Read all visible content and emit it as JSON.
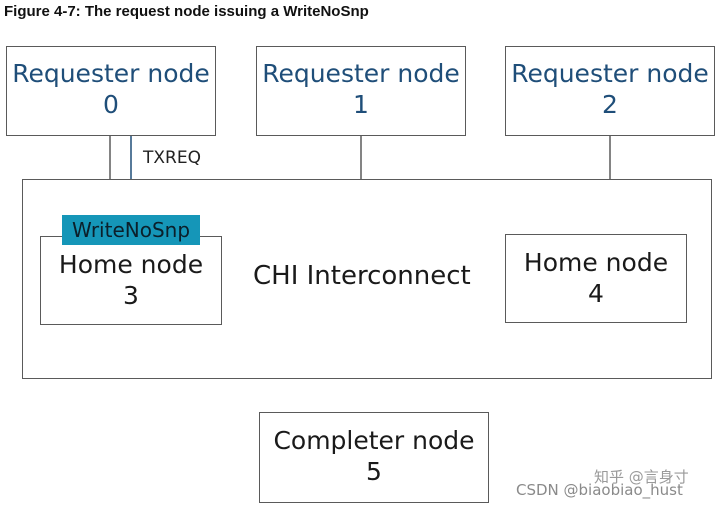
{
  "caption": "Figure 4-7: The request node issuing a WriteNoSnp",
  "requester_nodes": [
    {
      "title": "Requester node",
      "id": "0"
    },
    {
      "title": "Requester node",
      "id": "1"
    },
    {
      "title": "Requester node",
      "id": "2"
    }
  ],
  "txreq_label": "TXREQ",
  "interconnect_label": "CHI Interconnect",
  "transaction_badge": "WriteNoSnp",
  "home_nodes": [
    {
      "title": "Home node",
      "id": "3"
    },
    {
      "title": "Home node",
      "id": "4"
    }
  ],
  "completer_node": {
    "title": "Completer node",
    "id": "5"
  },
  "watermark": {
    "csdn": "CSDN @biaobiao_hust",
    "zhihu": "知乎 @言身寸"
  },
  "colors": {
    "badge": "#1596b8",
    "requester_text": "#1f4e79",
    "border": "#5a5a5a"
  }
}
